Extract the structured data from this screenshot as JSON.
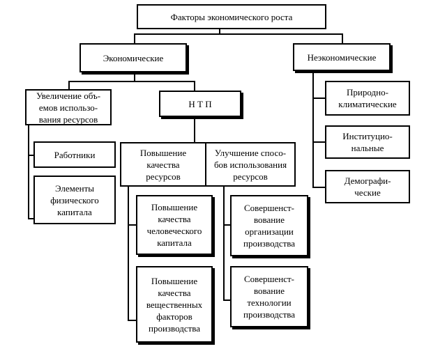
{
  "root": "Факторы экономического роста",
  "economic": {
    "title": "Экономические",
    "volume": "Увеличение объ-\nемов использо-\nвания ресурсов",
    "workers": "Работники",
    "capital": "Элементы\nфизического\nкапитала",
    "ntp": "Н Т П",
    "quality": "Повышение\nкачества\nресурсов",
    "methods": "Улучшение спосо-\nбов использования\nресурсов",
    "human_capital": "Повышение\nкачества\nчеловеческого\nкапитала",
    "material_factors": "Повышение\nкачества\nвещественных\nфакторов\nпроизводства",
    "organization": "Совершенст-\nвование\nорганизации\nпроизводства",
    "technology": "Совершенст-\nвование\nтехнологии\nпроизводства"
  },
  "non_economic": {
    "title": "Неэкономические",
    "climate": "Природно-\nклиматические",
    "institutional": "Институцио-\nнальные",
    "demographic": "Демографи-\nческие"
  }
}
